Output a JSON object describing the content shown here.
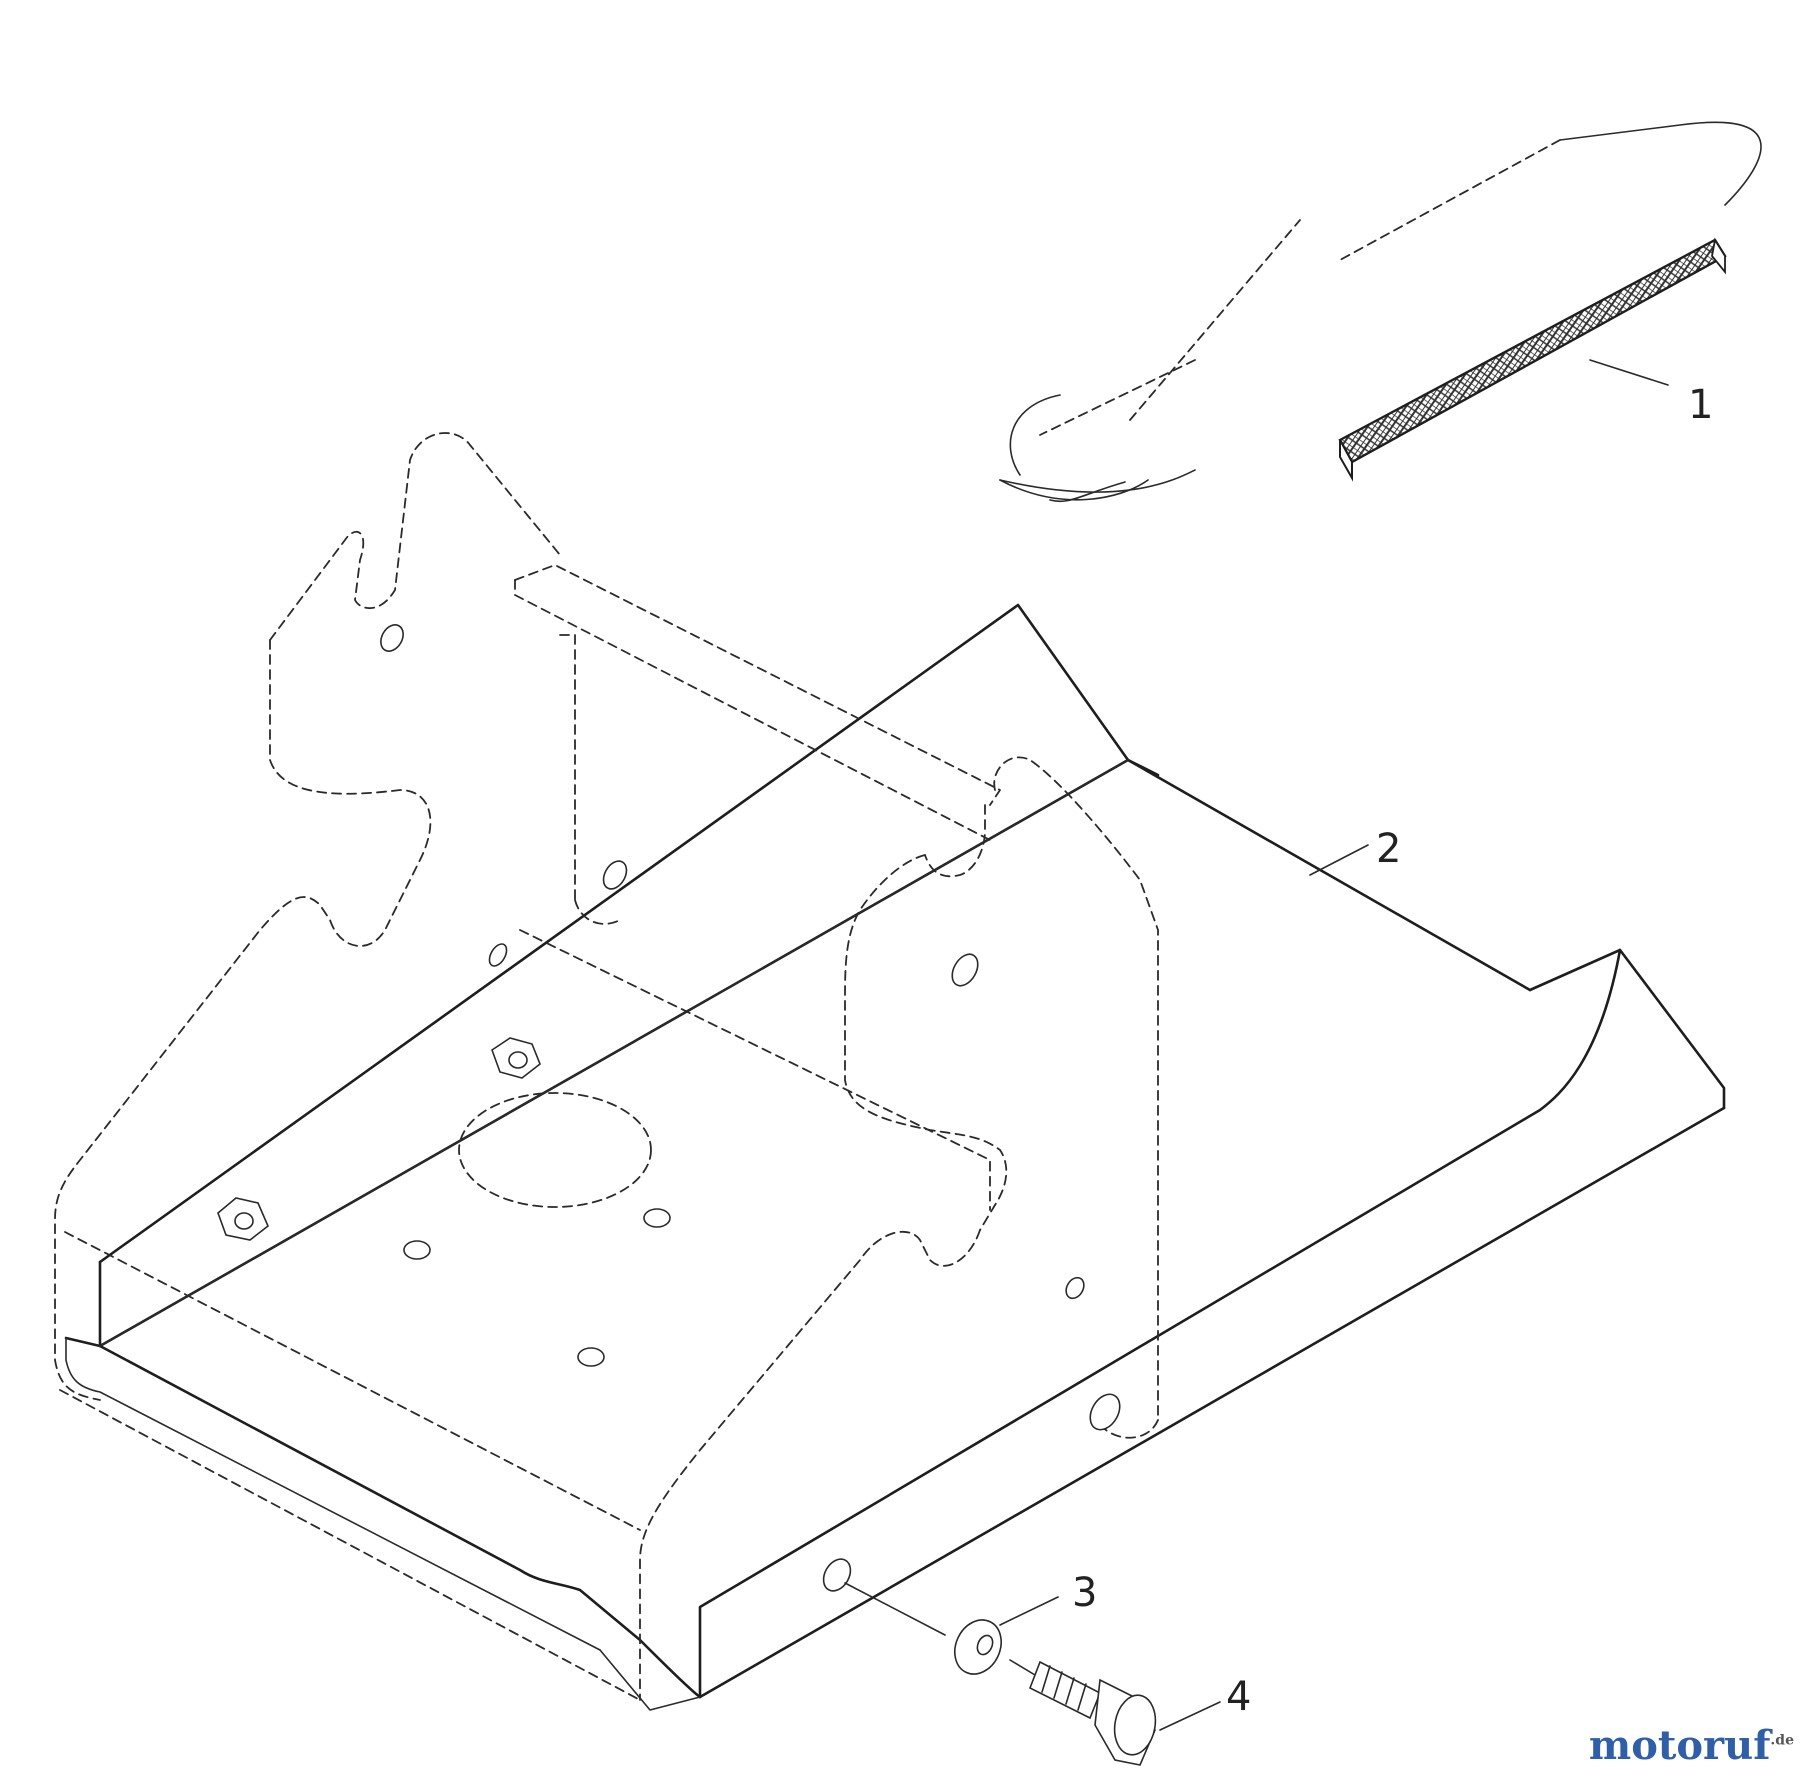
{
  "callouts": [
    {
      "id": "1",
      "label": "1"
    },
    {
      "id": "2",
      "label": "2"
    },
    {
      "id": "3",
      "label": "3"
    },
    {
      "id": "4",
      "label": "4"
    }
  ],
  "watermark": {
    "text": "motoruf",
    "suffix": ".de"
  }
}
